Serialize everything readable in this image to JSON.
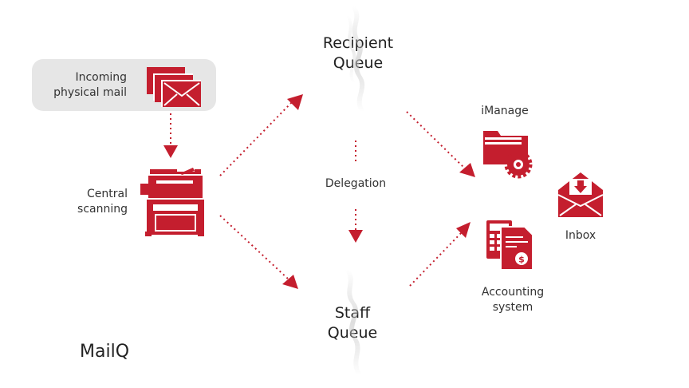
{
  "colors": {
    "accent": "#c41e2e",
    "text": "#333333",
    "box": "#e6e6e6"
  },
  "nodes": {
    "incoming": {
      "line1": "Incoming",
      "line2": "physical mail",
      "icon": "envelope-stack-icon"
    },
    "scanning": {
      "line1": "Central",
      "line2": "scanning",
      "icon": "printer-scanner-icon"
    },
    "recipient_queue": {
      "line1": "Recipient",
      "line2": "Queue"
    },
    "delegation": {
      "label": "Delegation"
    },
    "staff_queue": {
      "line1": "Staff",
      "line2": "Queue"
    },
    "imanage": {
      "label": "iManage",
      "icon": "folder-gear-icon"
    },
    "accounting": {
      "line1": "Accounting",
      "line2": "system",
      "icon": "calculator-invoice-icon"
    },
    "inbox": {
      "label": "Inbox",
      "icon": "inbox-envelope-icon"
    }
  },
  "brand": "MailQ"
}
